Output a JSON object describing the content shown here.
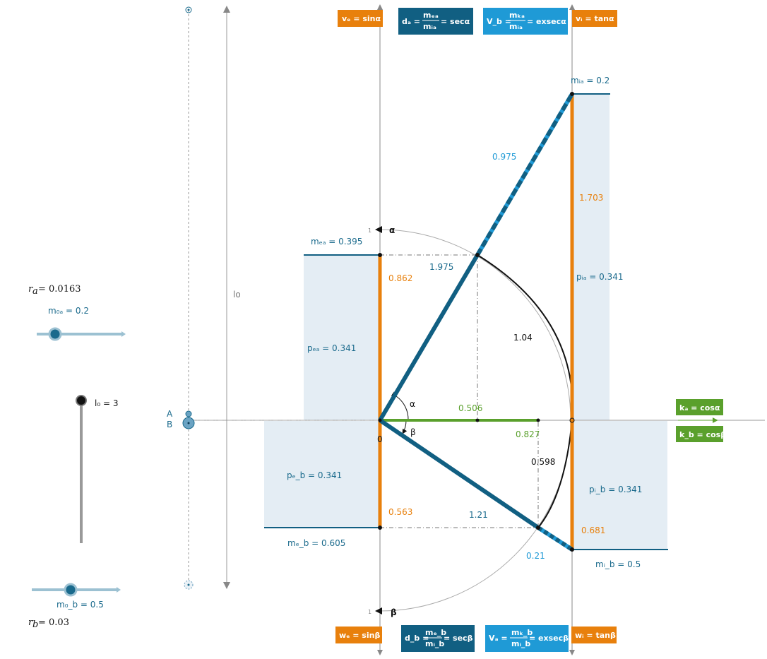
{
  "colors": {
    "orange": "#e8800c",
    "dark_blue": "#115f82",
    "light_blue": "#1f9ad6",
    "green": "#5aa02c",
    "panel": "#e4edf4",
    "black": "#111111"
  },
  "formulas": {
    "ve": "vₑ = sinα",
    "da_lhs": "dₐ =",
    "da_num": "mₑₐ",
    "da_den": "mᵢₐ",
    "da_rhs": "= secα",
    "vb_lhs": "V_b =",
    "vb_num": "mₖₐ",
    "vb_den": "mᵢₐ",
    "vb_rhs": "= exsecα",
    "vi": "vᵢ = tanα",
    "ka": "kₐ = cosα",
    "kb": "k_b = cosβ",
    "we": "wₑ = sinβ",
    "db_lhs": "d_b =",
    "db_num": "mₑ_b",
    "db_den": "mᵢ_b",
    "db_rhs": "= secβ",
    "va_lhs": "Vₐ =",
    "va_num": "mₖ_b",
    "va_den": "mᵢ_b",
    "va_rhs": "= exsecβ",
    "wi": "wᵢ = tanβ"
  },
  "labels": {
    "m_ia": "mᵢₐ = 0.2",
    "m_ea": "mₑₐ = 0.395",
    "p_ia": "pᵢₐ = 0.341",
    "p_ea": "pₑₐ = 0.341",
    "p_eb": "pₑ_b = 0.341",
    "p_ib": "pᵢ_b = 0.341",
    "m_eb": "mₑ_b = 0.605",
    "m_ib": "mᵢ_b = 0.5",
    "origin": "0",
    "alpha_axis": "α",
    "beta_axis": "β",
    "alpha_angle": "α",
    "beta_angle": "β",
    "tick_one_top": "1",
    "tick_one_bottom": "1",
    "lo": "lo",
    "A": "A",
    "B": "B"
  },
  "values": {
    "v_0975": "0.975",
    "v_1703": "1.703",
    "v_1975": "1.975",
    "v_0862": "0.862",
    "v_104": "1.04",
    "v_0506": "0.506",
    "v_0827": "0.827",
    "v_0598": "0.598",
    "v_0563": "0.563",
    "v_121": "1.21",
    "v_0681": "0.681",
    "v_021": "0.21"
  },
  "controls": {
    "r_a_var": "r",
    "r_a_sub": "a",
    "r_a_val": "= 0.0163",
    "m0a_label": "m₀ₐ = 0.2",
    "m0a_value": 0.2,
    "l0_label": "l₀ = 3",
    "l0_value": 3,
    "m0b_label": "m₀_b = 0.5",
    "m0b_value": 0.5,
    "r_b_var": "r",
    "r_b_sub": "b",
    "r_b_val": "= 0.03"
  }
}
